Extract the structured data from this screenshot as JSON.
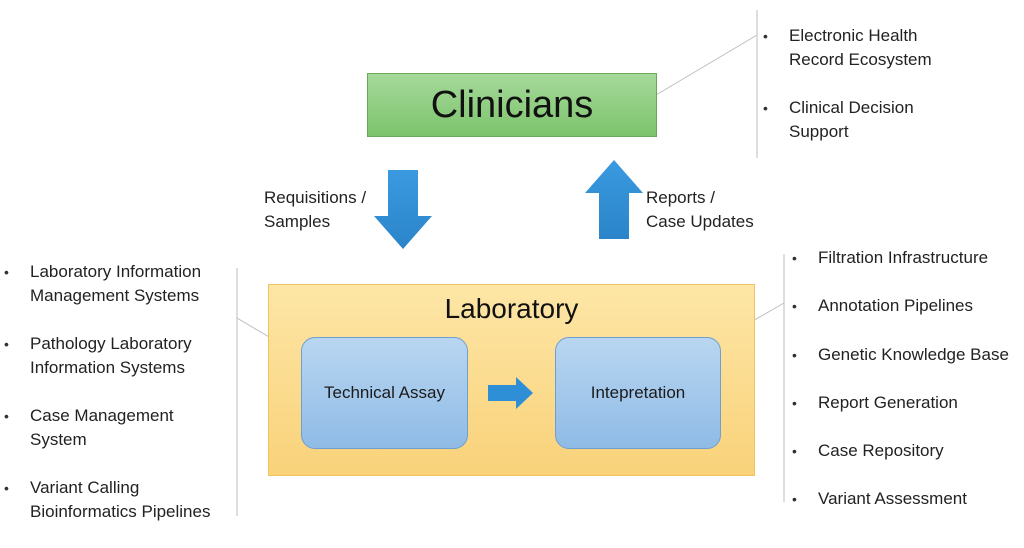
{
  "clinicians": {
    "title": "Clinicians"
  },
  "laboratory": {
    "title": "Laboratory",
    "technical_assay": "Technical Assay",
    "interpretation": "Intepretation"
  },
  "flows": {
    "down": [
      "Requisitions /",
      "Samples"
    ],
    "up": [
      "Reports /",
      "Case Updates"
    ]
  },
  "clinician_systems": [
    [
      "Electronic Health",
      "Record Ecosystem"
    ],
    [
      "Clinical Decision",
      "Support"
    ]
  ],
  "assay_systems": [
    [
      "Laboratory Information",
      "Management Systems"
    ],
    [
      "Pathology Laboratory",
      "Information Systems"
    ],
    [
      "Case Management",
      "System"
    ],
    [
      "Variant Calling",
      "Bioinformatics Pipelines"
    ]
  ],
  "interpretation_systems": [
    "Filtration Infrastructure",
    "Annotation Pipelines",
    "Genetic Knowledge Base",
    "Report Generation",
    "Case Repository",
    "Variant Assessment"
  ],
  "colors": {
    "clinicians_box": "#8ccd7c",
    "lab_box": "#fbd98a",
    "process_box": "#a4c8eb",
    "arrow": "#2f8fd6",
    "connector": "#bfbfbf"
  }
}
